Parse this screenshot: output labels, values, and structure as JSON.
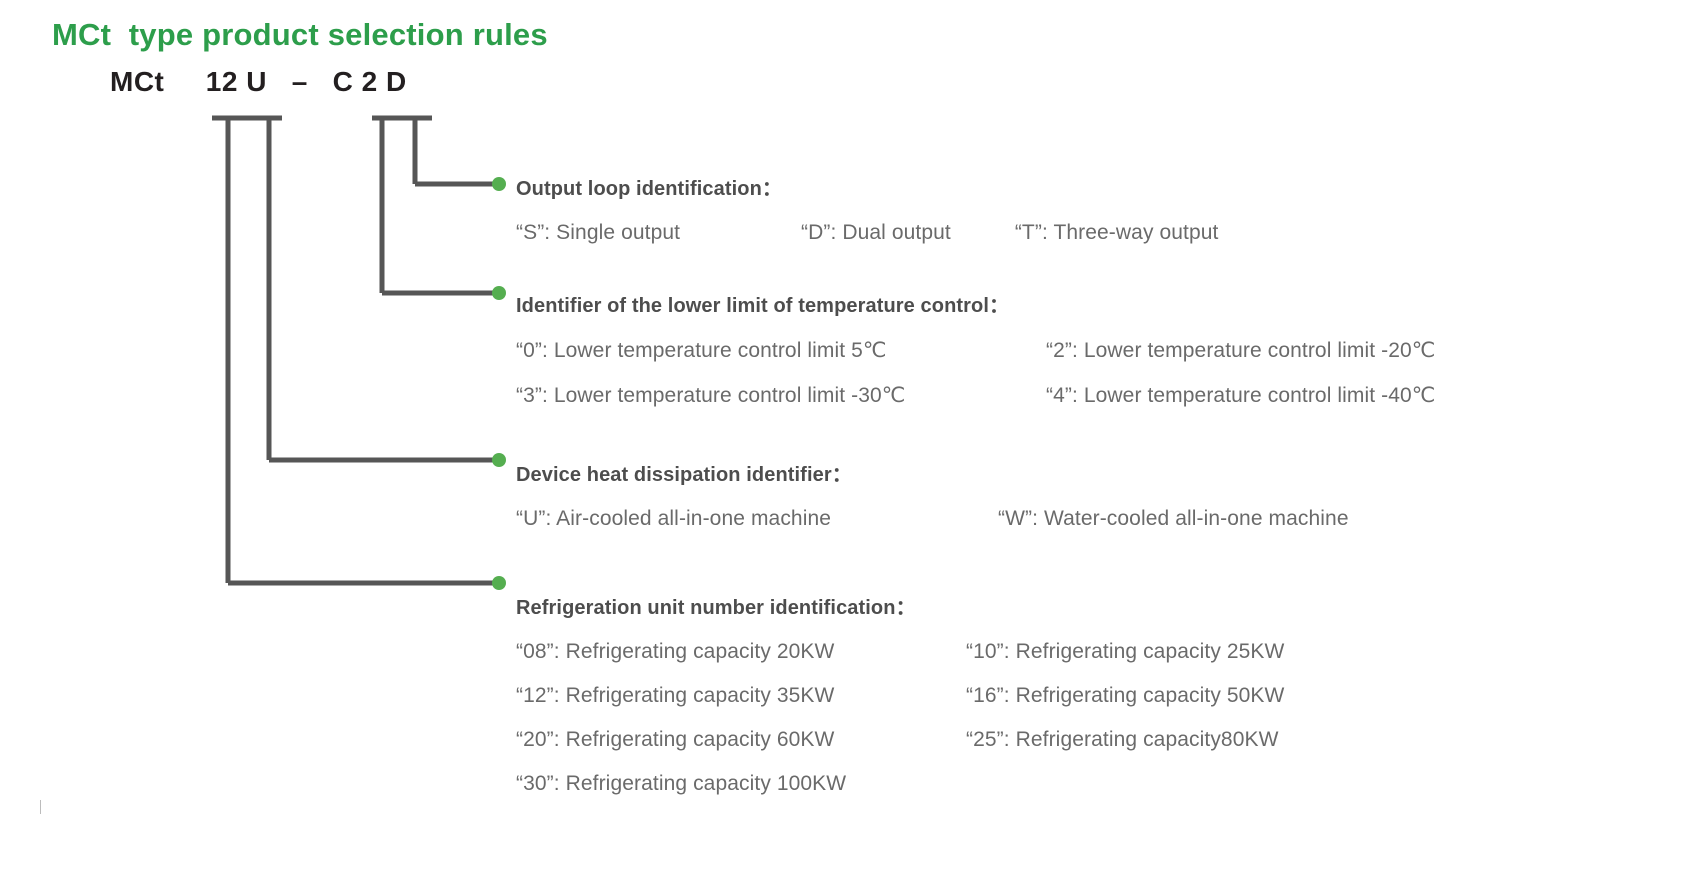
{
  "title": "MCt  type product selection rules",
  "product_code": "MCt     12 U   –   C 2 D",
  "colors": {
    "title_green": "#2d9e4b",
    "dot_green": "#55ae50",
    "leader_gray": "#565656",
    "heading_gray": "#4d4d4d",
    "body_gray": "#6a6a6a",
    "code_black": "#231f20"
  },
  "sections": [
    {
      "id": "output-loop",
      "heading": "Output loop identification：",
      "rows": [
        {
          "a": "“S”: Single output",
          "b": "“D”: Dual output",
          "c": "“T”: Three-way output"
        }
      ]
    },
    {
      "id": "temperature-lower-limit",
      "heading": "Identifier of the lower limit of temperature control：",
      "rows": [
        {
          "a": "“0”: Lower temperature control limit 5℃",
          "b": "“2”: Lower temperature control limit -20℃"
        },
        {
          "a": "“3”: Lower temperature control limit -30℃",
          "b": "“4”: Lower temperature control limit -40℃"
        }
      ]
    },
    {
      "id": "heat-dissipation",
      "heading": "Device heat dissipation identifier：",
      "rows": [
        {
          "a": "“U”: Air-cooled all-in-one machine",
          "b": "“W”: Water-cooled all-in-one machine"
        }
      ]
    },
    {
      "id": "refrigeration-unit-number",
      "heading": "Refrigeration unit number identification：",
      "rows": [
        {
          "a": "“08”: Refrigerating capacity 20KW",
          "b": "“10”: Refrigerating capacity 25KW"
        },
        {
          "a": "“12”: Refrigerating capacity 35KW",
          "b": "“16”: Refrigerating capacity 50KW"
        },
        {
          "a": "“20”: Refrigerating capacity 60KW",
          "b": "“25”: Refrigerating capacity80KW"
        },
        {
          "a": "“30”: Refrigerating capacity 100KW",
          "b": ""
        }
      ]
    }
  ]
}
